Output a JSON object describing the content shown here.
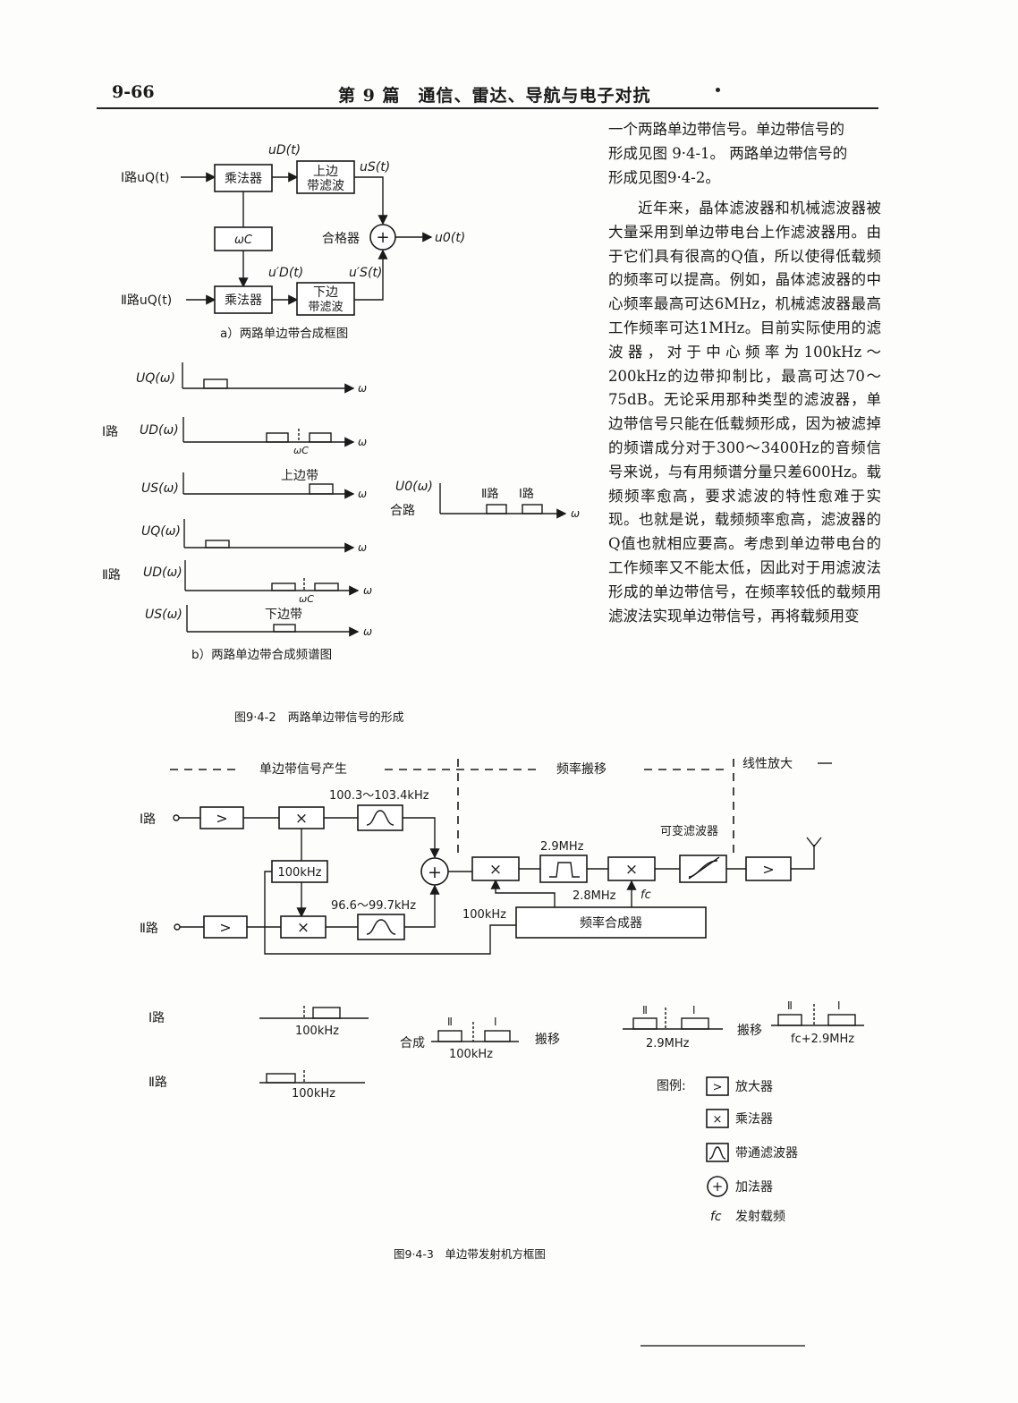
{
  "header": {
    "page_number": "9-66",
    "title": "第 9 篇　通信、雷达、导航与电子对抗"
  },
  "right_text": {
    "lines_top": [
      "一个两路单边带信号。单边带信号的",
      "形成见图 9·4-1。 两路单边带信号的",
      "形成见图9·4-2。"
    ],
    "paragraph": "近年来，晶体滤波器和机械滤波器被大量采用到单边带电台上作滤波器用。由于它们具有很高的Q值，所以使得低载频的频率可以提高。例如，晶体滤波器的中心频率最高可达6MHz，机械滤波器最高工作频率可达1MHz。目前实际使用的滤波器，对于中心频率为100kHz～200kHz的边带抑制比，最高可达70～75dB。无论采用那种类型的滤波器，单边带信号只能在低载频形成，因为被滤掉的频谱成分对于300～3400Hz的音频信号来说，与有用频谱分量只差600Hz。载频频率愈高，要求滤波的特性愈难于实现。也就是说，载频频率愈高，滤波器的Q值也就相应要高。考虑到单边带电台的工作频率又不能太低，因此对于用滤波法形成的单边带信号，在频率较低的载频用滤波法实现单边带信号，再将载频用变"
  },
  "fig2": {
    "part_a": {
      "in1": "Ⅰ路uQ(t)",
      "in2": "Ⅱ路uQ(t)",
      "mult1": "乘法器",
      "mult2": "乘法器",
      "osc": "ωC",
      "usb1": "上边",
      "usb2": "带滤波",
      "lsb1": "下边",
      "lsb2": "带滤波",
      "combiner": "合格器",
      "uD": "uD(t)",
      "uS": "uS(t)",
      "uD2": "u′D(t)",
      "uS2": "u′S(t)",
      "out": "u0(t)",
      "plus": "+",
      "caption": "a）两路单边带合成框图"
    },
    "part_b": {
      "UQ": "UQ(ω)",
      "UD": "UD(ω)",
      "US": "US(ω)",
      "U0": "U0(ω)",
      "path1": "Ⅰ路",
      "path2": "Ⅱ路",
      "combined": "合路",
      "usb": "上边带",
      "lsb": "下边带",
      "wc": "ωC",
      "omega": "ω",
      "ch2": "Ⅱ路",
      "ch1": "Ⅰ路",
      "caption": "b）两路单边带合成频谱图"
    },
    "caption": "图9·4-2　两路单边带信号的形成"
  },
  "fig3": {
    "section1": "单边带信号产生",
    "section2": "频率搬移",
    "section3": "线性放大",
    "in1": "Ⅰ路",
    "in2": "Ⅱ路",
    "band1": "100.3～103.4kHz",
    "band2": "96.6～99.7kHz",
    "osc": "100kHz",
    "if": "2.9MHz",
    "lo": "2.8MHz",
    "fc": "fc",
    "synth_out": "100kHz",
    "synth": "频率合成器",
    "var_filter": "可变滤波器",
    "amp": ">",
    "mult": "×",
    "plus": "+",
    "spec": {
      "ch1": "Ⅰ路",
      "ch2": "Ⅱ路",
      "f100k": "100kHz",
      "combine": "合成",
      "shift1": "搬移",
      "shift2": "搬移",
      "f29": "2.9MHz",
      "ffinal": "fc+2.9MHz",
      "s2": "Ⅱ",
      "s1": "Ⅰ"
    },
    "legend": {
      "title": "图例:",
      "amp": "放大器",
      "mult": "乘法器",
      "bpf": "带通滤波器",
      "adder": "加法器",
      "fc_sym": "fc",
      "fc": "发射载频"
    },
    "caption": "图9·4-3　单边带发射机方框图"
  }
}
